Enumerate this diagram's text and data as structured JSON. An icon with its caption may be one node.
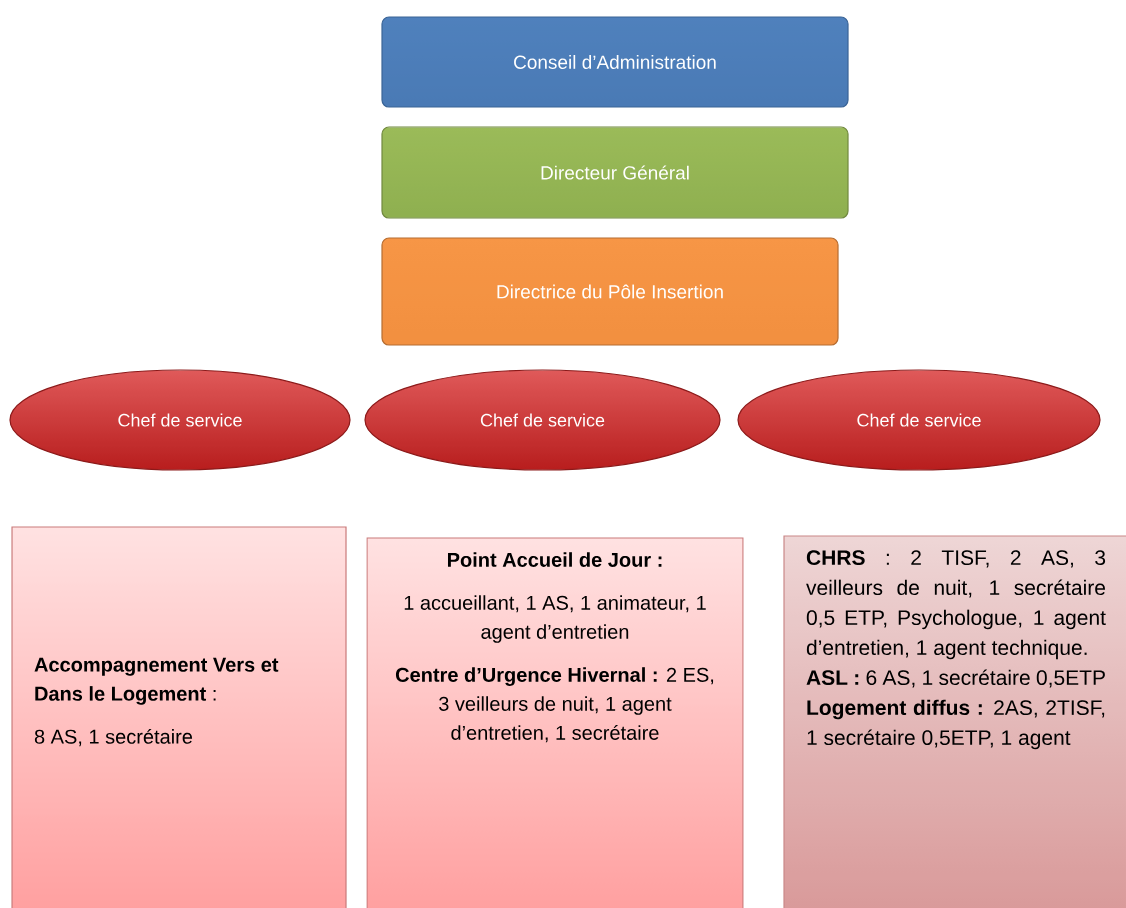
{
  "diagram": {
    "nodes": [
      {
        "text": [
          "Conseil d’Administration"
        ]
      },
      {
        "text": [
          "Directeur Général"
        ]
      },
      {
        "text": [
          "Directrice du Pôle Insertion"
        ]
      },
      {
        "text": [
          "Chef de service"
        ]
      },
      {
        "text": [
          "Chef de service"
        ]
      },
      {
        "text": [
          "Chef de service"
        ]
      },
      {
        "text": [
          "**Accompagnement Vers et Dans le Logement** :",
          "8 AS, 1 secrétaire"
        ]
      },
      {
        "text": [
          "Point Accueil de Jour :",
          "1 accueillant, 1 AS, 1 animateur, 1 agent d’entretien",
          "**Centre d’Urgence Hivernal :** 2 ES, 3 veilleurs de nuit, 1 agent d’entretien, 1 secrétaire"
        ]
      },
      {
        "text": [
          "**CHRS** : 2 TISF, 2 AS, 3 veilleurs de nuit, 1 secrétaire 0,5 ETP, Psychologue, 1 agent d’entretien, 1 agent technique.",
          "**ASL :** 6 AS, 1 secrétaire 0,5ETP",
          "**Logement diffus :** 2AS, 2TISF, 1 secrétaire 0,5ETP, 1 agent"
        ]
      }
    ]
  }
}
